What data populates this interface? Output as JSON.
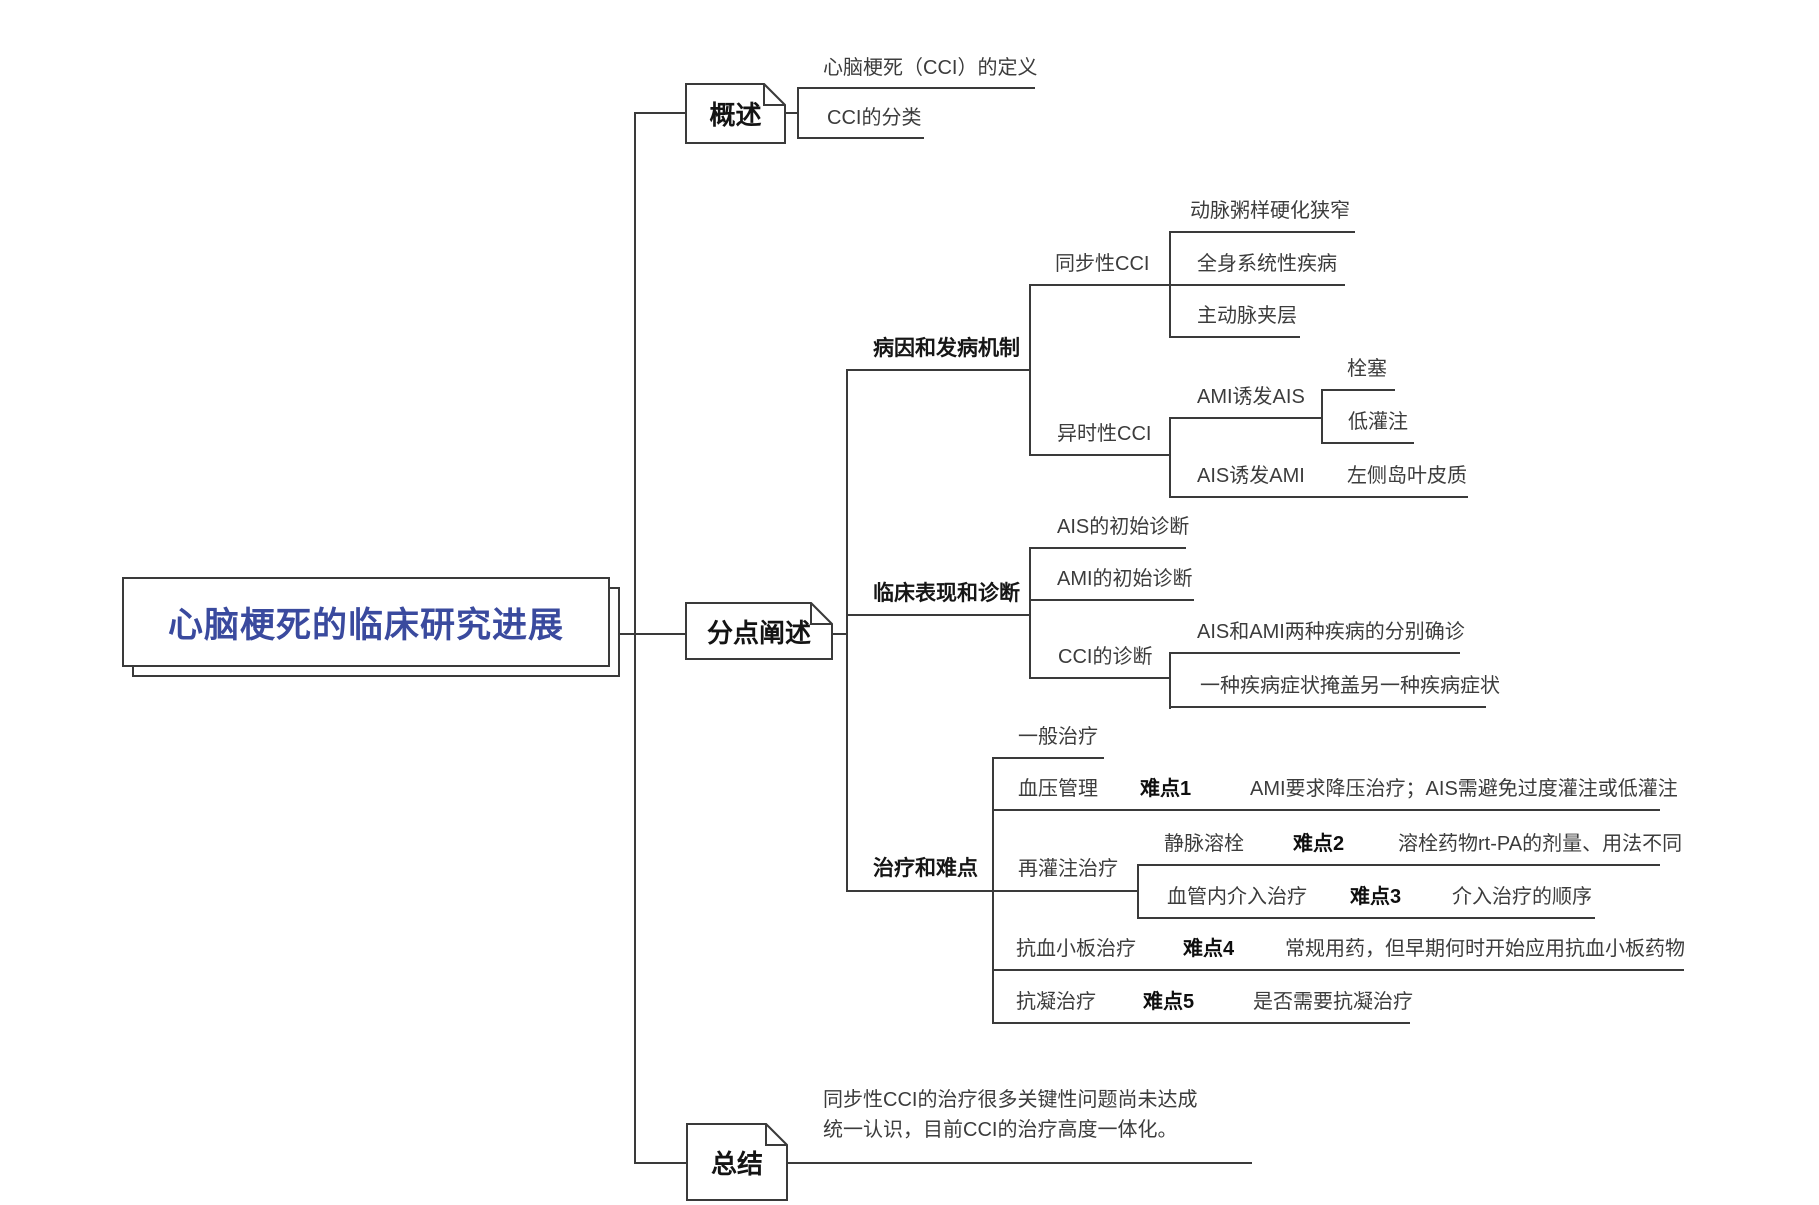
{
  "colors": {
    "accent": "#3a4a9e",
    "line": "#3a3a3a"
  },
  "root": {
    "title": "心脑梗死的临床研究进展"
  },
  "overview": {
    "label": "概述",
    "definition": "心脑梗死（CCI）的定义",
    "classification": "CCI的分类"
  },
  "points": {
    "label": "分点阐述",
    "etiology": {
      "label": "病因和发病机制",
      "sync": {
        "label": "同步性CCI",
        "atherosclerosis": "动脉粥样硬化狭窄",
        "systemic": "全身系统性疾病",
        "aortic": "主动脉夹层"
      },
      "meta": {
        "label": "异时性CCI",
        "ami_to_ais": {
          "label": "AMI诱发AIS",
          "embolism": "栓塞",
          "hypoperfusion": "低灌注"
        },
        "ais_to_ami": {
          "label": "AIS诱发AMI",
          "insular": "左侧岛叶皮质"
        }
      }
    },
    "clinical": {
      "label": "临床表现和诊断",
      "ais_initial": "AIS的初始诊断",
      "ami_initial": "AMI的初始诊断",
      "cci": {
        "label": "CCI的诊断",
        "separate": "AIS和AMI两种疾病的分别确诊",
        "mask": "一种疾病症状掩盖另一种疾病症状"
      }
    },
    "treatment": {
      "label": "治疗和难点",
      "general": "一般治疗",
      "bp": {
        "label": "血压管理",
        "tag": "难点1",
        "desc": "AMI要求降压治疗；AIS需避免过度灌注或低灌注"
      },
      "reperfusion": {
        "label": "再灌注治疗",
        "iv": {
          "label": "静脉溶栓",
          "tag": "难点2",
          "desc": "溶栓药物rt-PA的剂量、用法不同"
        },
        "endovascular": {
          "label": "血管内介入治疗",
          "tag": "难点3",
          "desc": "介入治疗的顺序"
        }
      },
      "antiplatelet": {
        "label": "抗血小板治疗",
        "tag": "难点4",
        "desc": "常规用药，但早期何时开始应用抗血小板药物"
      },
      "anticoagulation": {
        "label": "抗凝治疗",
        "tag": "难点5",
        "desc": "是否需要抗凝治疗"
      }
    }
  },
  "summary": {
    "label": "总结",
    "note": "同步性CCI的治疗很多关键性问题尚未达成统一认识，目前CCI的治疗高度一体化。"
  }
}
